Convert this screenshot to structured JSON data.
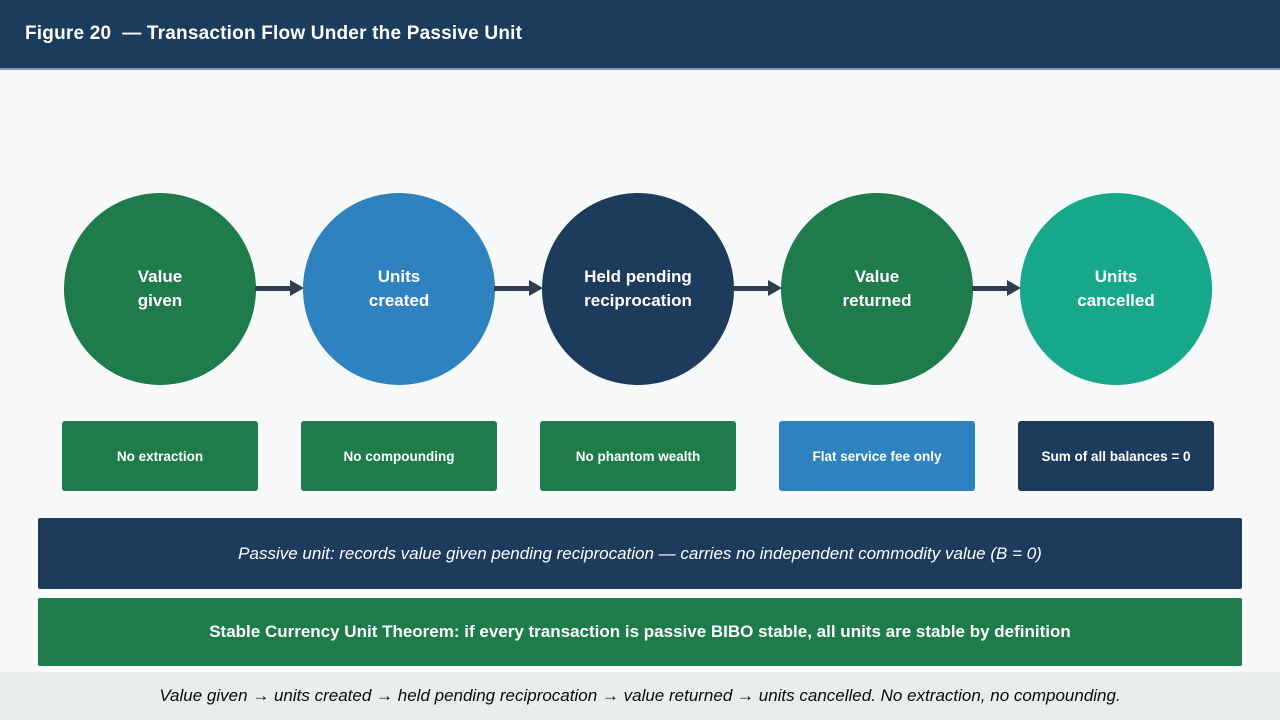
{
  "header": {
    "title": "Figure 20  — Transaction Flow Under the Passive Unit"
  },
  "colors": {
    "header_bg": "#1c3c5e",
    "green": "#1e7b4a",
    "blue": "#2e82c0",
    "navy": "#1c3b5d",
    "teal": "#17a78a",
    "arrow": "#2c3e50",
    "page_bg": "#f7f9fa",
    "footer_bg": "#e8edee"
  },
  "flow": {
    "nodes": [
      {
        "label": "Value\ngiven",
        "color": "#1e7b4a"
      },
      {
        "label": "Units\ncreated",
        "color": "#2e82c0"
      },
      {
        "label": "Held pending\nreciprocation",
        "color": "#1c3b5d"
      },
      {
        "label": "Value\nreturned",
        "color": "#1e7b4a"
      },
      {
        "label": "Units\ncancelled",
        "color": "#17a78a"
      }
    ]
  },
  "principles": [
    {
      "label": "No extraction",
      "color": "#1e7b4a"
    },
    {
      "label": "No compounding",
      "color": "#1e7b4a"
    },
    {
      "label": "No phantom wealth",
      "color": "#1e7b4a"
    },
    {
      "label": "Flat service fee only",
      "color": "#2e82c0"
    },
    {
      "label": "Sum of all balances = 0",
      "color": "#1c3b5d"
    }
  ],
  "banners": {
    "passive_note": "Passive unit: records value given pending reciprocation — carries no independent commodity value (B = 0)",
    "theorem": "Stable Currency Unit Theorem: if every transaction is passive BIBO stable, all units are stable by definition"
  },
  "footer": {
    "caption": "Value given → units created → held pending reciprocation → value returned → units cancelled. No extraction, no compounding."
  }
}
